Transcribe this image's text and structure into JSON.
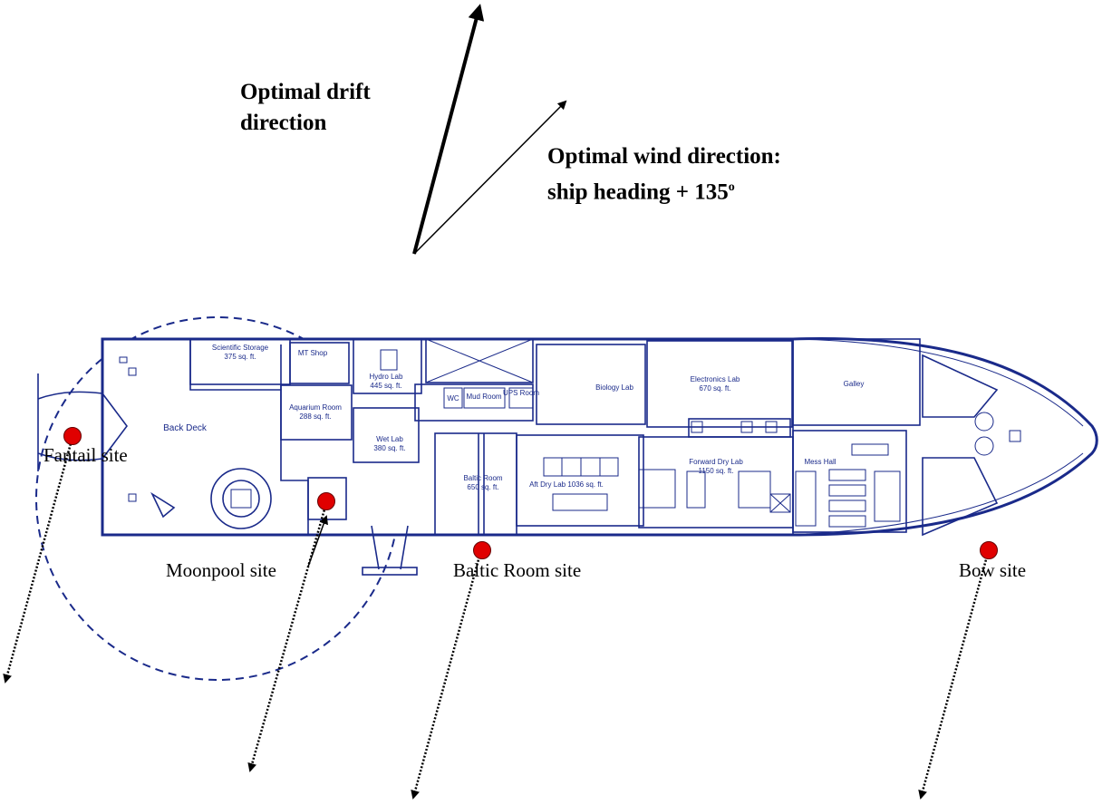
{
  "labels": {
    "drift_line1": "Optimal drift",
    "drift_line2": "direction",
    "wind_line1": "Optimal wind direction:",
    "wind_line2_prefix": "ship heading + 135",
    "wind_line2_sup": "o"
  },
  "sites": [
    {
      "name": "Fantail site"
    },
    {
      "name": "Moonpool site"
    },
    {
      "name": "Baltic Room site"
    },
    {
      "name": "Bow site"
    }
  ],
  "rooms": {
    "scientific_storage": "Scientific Storage",
    "scientific_storage_area": "375 sq. ft.",
    "mt_shop": "MT Shop",
    "hydro_lab": "Hydro Lab",
    "hydro_lab_area": "445 sq. ft.",
    "aquarium_room": "Aquarium Room",
    "aquarium_room_area": "288 sq. ft.",
    "back_deck": "Back Deck",
    "wet_lab": "Wet Lab",
    "wet_lab_area": "380 sq. ft.",
    "mud_room": "Mud Room",
    "ups_room": "UPS Room",
    "wc": "WC",
    "biology_lab": "Biology Lab",
    "electronics_lab": "Electronics Lab",
    "electronics_lab_area": "670 sq. ft.",
    "galley": "Galley",
    "baltic_room": "Baltic Room",
    "baltic_room_area": "650 sq. ft.",
    "aft_dry_lab": "Aft Dry Lab 1036 sq. ft.",
    "forward_dry_lab": "Forward Dry Lab",
    "forward_dry_lab_area": "1150 sq. ft.",
    "mess_hall": "Mess Hall"
  },
  "colors": {
    "ship_lines": "#1a2a8a",
    "site_marker": "#e00000",
    "arrows": "#000000"
  }
}
